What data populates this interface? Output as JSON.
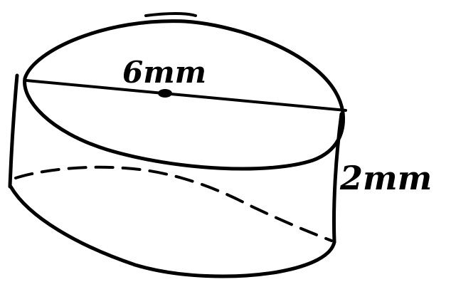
{
  "figure": {
    "shape": "cylinder",
    "style": "hand-drawn",
    "stroke_color": "#000000",
    "background_color": "#ffffff"
  },
  "labels": {
    "diameter": "6mm",
    "height": "2mm"
  }
}
